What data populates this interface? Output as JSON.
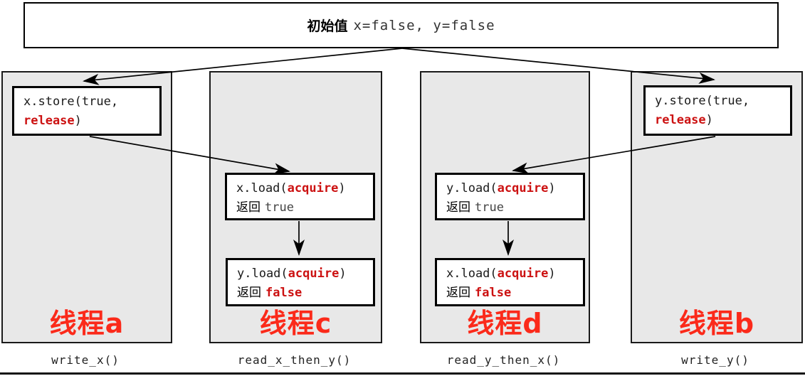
{
  "header": {
    "title_cjk": "初始值",
    "title_code": "x=false, y=false"
  },
  "colors": {
    "code_red": "#cc1111",
    "thread_label_red": "#fb2a1a",
    "panel_gray": "#e8e8e8",
    "border_black": "#000000"
  },
  "threads": {
    "a": {
      "label": "线程a",
      "func": "write_x()",
      "store": {
        "l1": "x.store(true,",
        "l2_red": "release",
        "l2_post": ")"
      }
    },
    "b": {
      "label": "线程b",
      "func": "write_y()",
      "store": {
        "l1": "y.store(true,",
        "l2_red": "release",
        "l2_post": ")"
      }
    },
    "c": {
      "label": "线程c",
      "func": "read_x_then_y()",
      "load1": {
        "pre": "x.load(",
        "red": "acquire",
        "post": ")",
        "ret_label": "返回",
        "ret_val": "true"
      },
      "load2": {
        "pre": "y.load(",
        "red": "acquire",
        "post": ")",
        "ret_label": "返回",
        "ret_val": "false"
      }
    },
    "d": {
      "label": "线程d",
      "func": "read_y_then_x()",
      "load1": {
        "pre": "y.load(",
        "red": "acquire",
        "post": ")",
        "ret_label": "返回",
        "ret_val": "true"
      },
      "load2": {
        "pre": "x.load(",
        "red": "acquire",
        "post": ")",
        "ret_label": "返回",
        "ret_val": "false"
      }
    }
  }
}
